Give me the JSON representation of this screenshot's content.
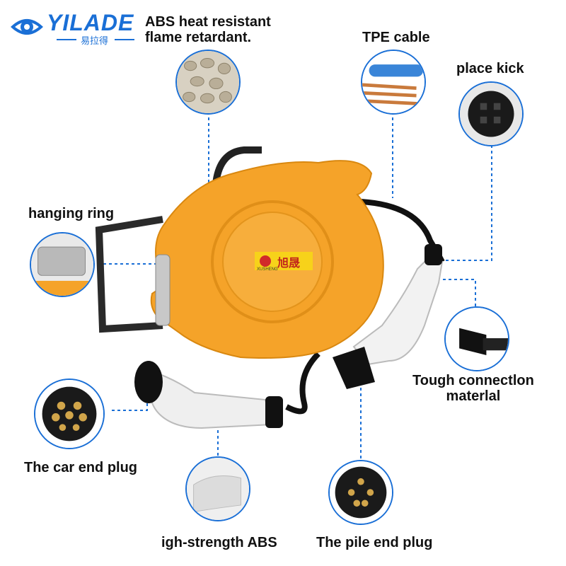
{
  "brand": {
    "name": "YILADE",
    "subtitle": "易拉得",
    "color": "#1a6fd6"
  },
  "product": {
    "reel_label": "旭晟",
    "reel_badge": "XUSHENG",
    "reel_color": "#f5a329"
  },
  "callouts": {
    "abs_material": "ABS heat resistant\nflame retardant.",
    "tpe_cable": "TPE cable",
    "place_kick": "place kick",
    "hanging_ring": "hanging ring",
    "tough_connection": "Tough connectlon\nmaterlal",
    "car_end_plug": "The car end plug",
    "high_strength_abs": "igh-strength ABS",
    "pile_end_plug": "The pile end plug"
  }
}
